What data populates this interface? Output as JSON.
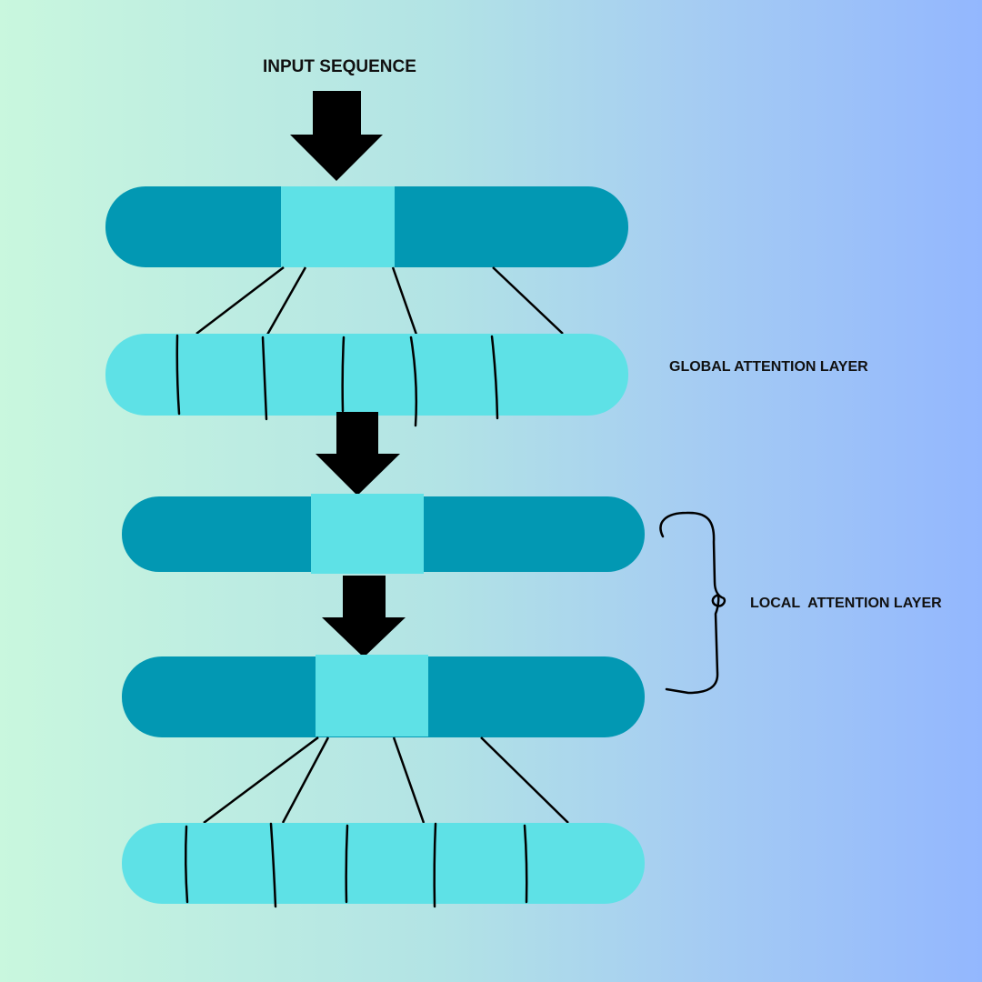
{
  "labels": {
    "input": "INPUT SEQUENCE",
    "global": "GLOBAL ATTENTION LAYER",
    "local": "LOCAL  ATTENTION LAYER"
  },
  "colors": {
    "dark_bar": "#0298b3",
    "light_bar": "#5ee1e6",
    "ink": "#000000"
  }
}
